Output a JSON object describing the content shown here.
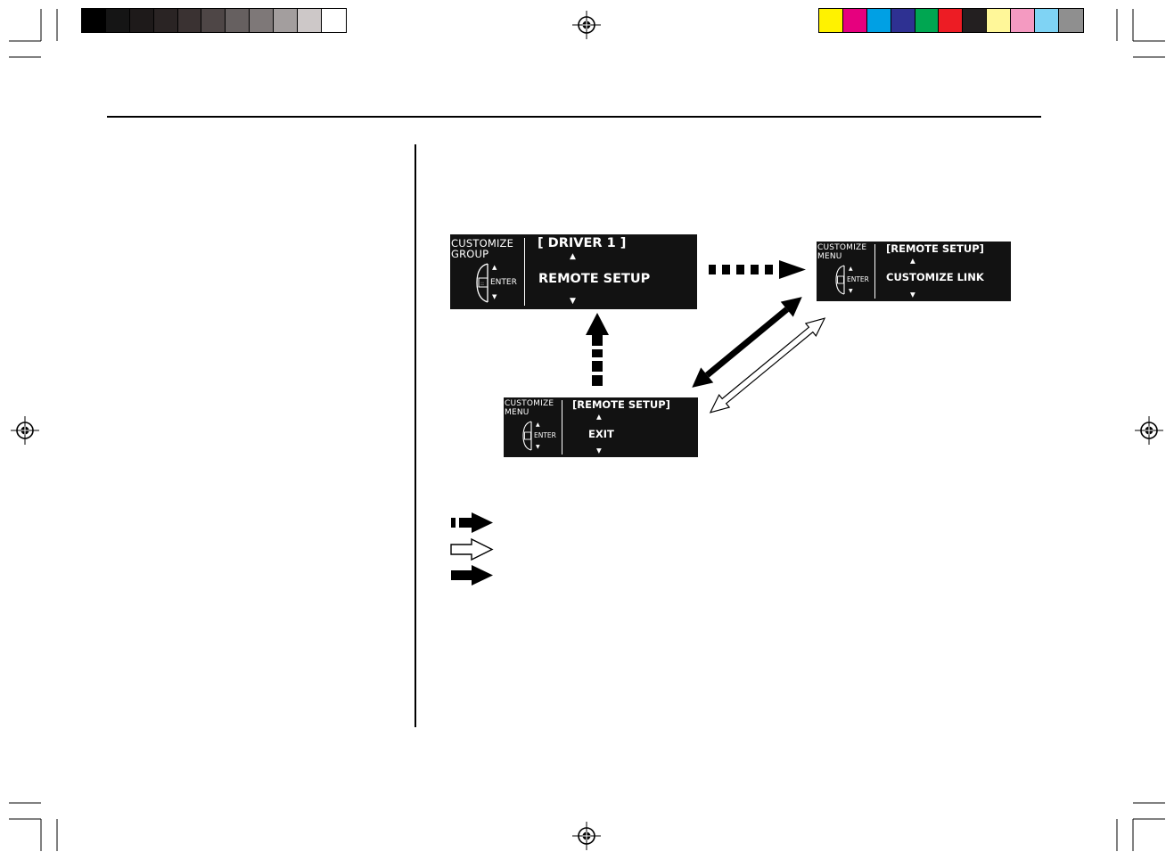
{
  "grayscale_swatches": [
    "#000000",
    "#151515",
    "#1e1a1a",
    "#2a2424",
    "#3a3232",
    "#4e4646",
    "#666060",
    "#7e7878",
    "#a39e9e",
    "#cdc8c8",
    "#ffffff"
  ],
  "color_swatches": [
    "#fff200",
    "#e6007e",
    "#00a0e4",
    "#2e3192",
    "#00a651",
    "#ed1c24",
    "#231f20",
    "#fff799",
    "#f49ac1",
    "#7fd3f4",
    "#8f8f8f"
  ],
  "displays": {
    "driver": {
      "left_label": "CUSTOMIZE\nGROUP",
      "enter_label": "ENTER",
      "bracket_text": "[ DRIVER 1 ]",
      "item_text": "REMOTE SETUP",
      "up_arrow": "▲",
      "down_arrow": "▼"
    },
    "customize_link": {
      "left_label": "CUSTOMIZE\nMENU",
      "enter_label": "ENTER",
      "bracket_text": "[REMOTE SETUP]",
      "item_text": "CUSTOMIZE LINK",
      "up_arrow": "▲",
      "down_arrow": "▼"
    },
    "exit": {
      "left_label": "CUSTOMIZE\nMENU",
      "enter_label": "ENTER",
      "bracket_text": "[REMOTE SETUP]",
      "item_text": "EXIT",
      "up_arrow": "▲",
      "down_arrow": "▼"
    }
  }
}
